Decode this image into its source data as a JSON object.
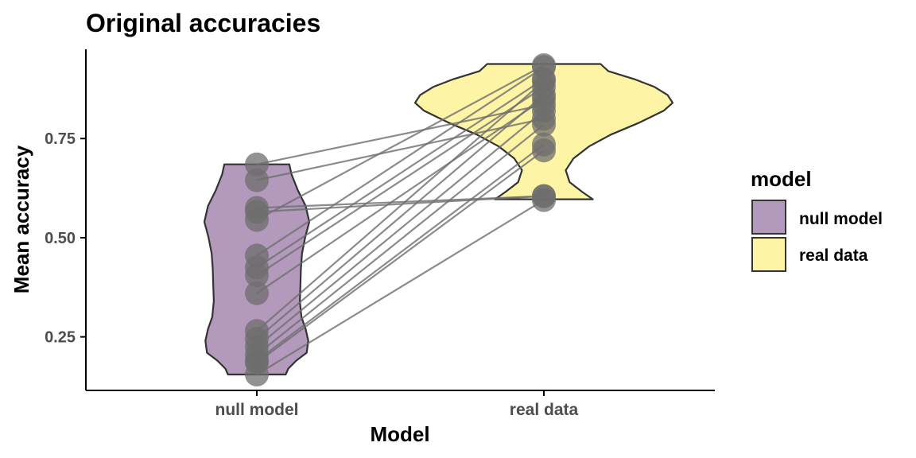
{
  "chart_data": {
    "type": "violin",
    "title": "Original accuracies",
    "xlabel": "Model",
    "ylabel": "Mean accuracy",
    "categories": [
      "null model",
      "real data"
    ],
    "y_ticks": [
      0.25,
      0.5,
      0.75
    ],
    "y_tick_labels": [
      "0.25",
      "0.50",
      "0.75"
    ],
    "ylim": [
      0.115,
      0.975
    ],
    "legend": {
      "title": "model",
      "position": "right",
      "entries": [
        "null model",
        "real data"
      ]
    },
    "colors": {
      "null model": "#b399bc",
      "real data": "#fdf4a6",
      "points": "#6e6e6e",
      "lines": "#6e6e6e",
      "outline": "#333333"
    },
    "violins": [
      {
        "category": "null model",
        "profile": [
          [
            0.155,
            0.55
          ],
          [
            0.17,
            0.6
          ],
          [
            0.19,
            0.75
          ],
          [
            0.21,
            0.95
          ],
          [
            0.24,
            0.98
          ],
          [
            0.27,
            0.93
          ],
          [
            0.3,
            0.85
          ],
          [
            0.34,
            0.82
          ],
          [
            0.38,
            0.83
          ],
          [
            0.42,
            0.84
          ],
          [
            0.46,
            0.86
          ],
          [
            0.5,
            0.92
          ],
          [
            0.54,
            1.0
          ],
          [
            0.58,
            0.93
          ],
          [
            0.62,
            0.78
          ],
          [
            0.66,
            0.66
          ],
          [
            0.685,
            0.62
          ]
        ]
      },
      {
        "category": "real data",
        "profile": [
          [
            0.597,
            0.38
          ],
          [
            0.615,
            0.3
          ],
          [
            0.64,
            0.2
          ],
          [
            0.67,
            0.17
          ],
          [
            0.7,
            0.23
          ],
          [
            0.73,
            0.35
          ],
          [
            0.76,
            0.52
          ],
          [
            0.79,
            0.74
          ],
          [
            0.82,
            0.93
          ],
          [
            0.84,
            1.0
          ],
          [
            0.86,
            0.96
          ],
          [
            0.88,
            0.86
          ],
          [
            0.9,
            0.7
          ],
          [
            0.92,
            0.5
          ],
          [
            0.938,
            0.44
          ]
        ]
      }
    ],
    "pairs": [
      {
        "null model": 0.685,
        "real data": 0.835
      },
      {
        "null model": 0.645,
        "real data": 0.8
      },
      {
        "null model": 0.575,
        "real data": 0.605
      },
      {
        "null model": 0.565,
        "real data": 0.605
      },
      {
        "null model": 0.545,
        "real data": 0.935
      },
      {
        "null model": 0.455,
        "real data": 0.93
      },
      {
        "null model": 0.425,
        "real data": 0.9
      },
      {
        "null model": 0.405,
        "real data": 0.88
      },
      {
        "null model": 0.36,
        "real data": 0.85
      },
      {
        "null model": 0.265,
        "real data": 0.895
      },
      {
        "null model": 0.245,
        "real data": 0.86
      },
      {
        "null model": 0.225,
        "real data": 0.82
      },
      {
        "null model": 0.205,
        "real data": 0.785
      },
      {
        "null model": 0.19,
        "real data": 0.735
      },
      {
        "null model": 0.185,
        "real data": 0.72
      },
      {
        "null model": 0.155,
        "real data": 0.595
      }
    ]
  }
}
